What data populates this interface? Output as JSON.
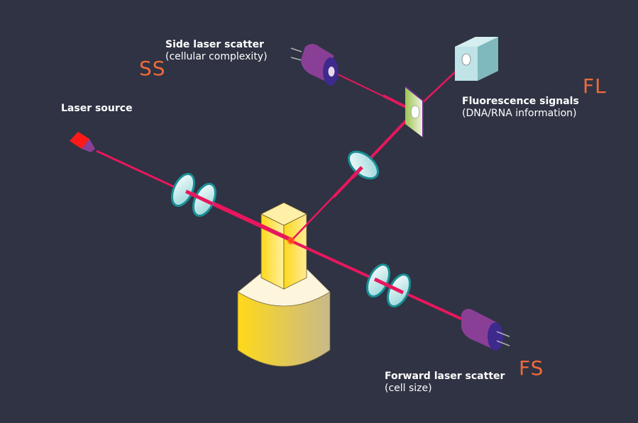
{
  "diagram": {
    "title": "Flow cytometry optical system",
    "labels": {
      "laser_source": {
        "title": "Laser source"
      },
      "side_scatter": {
        "title": "Side laser scatter",
        "subtitle": "(cellular complexity)",
        "abbr": "SS"
      },
      "fluorescence": {
        "title": "Fluorescence signals",
        "subtitle": "(DNA/RNA information)",
        "abbr": "FL"
      },
      "forward_scatter": {
        "title": "Forward laser scatter",
        "subtitle": "(cell size)",
        "abbr": "FS"
      }
    },
    "colors": {
      "background": "#2f3343",
      "beam": "#e8175d",
      "accent_label": "#ef6a3a",
      "detector_body": "#8a3f97",
      "detector_face": "#3d2a8c",
      "lens_rim": "#1a8f96",
      "flow_cell": "#ffd91a",
      "filter": "#a6c95a",
      "fl_detector": "#a8d8dc"
    }
  }
}
